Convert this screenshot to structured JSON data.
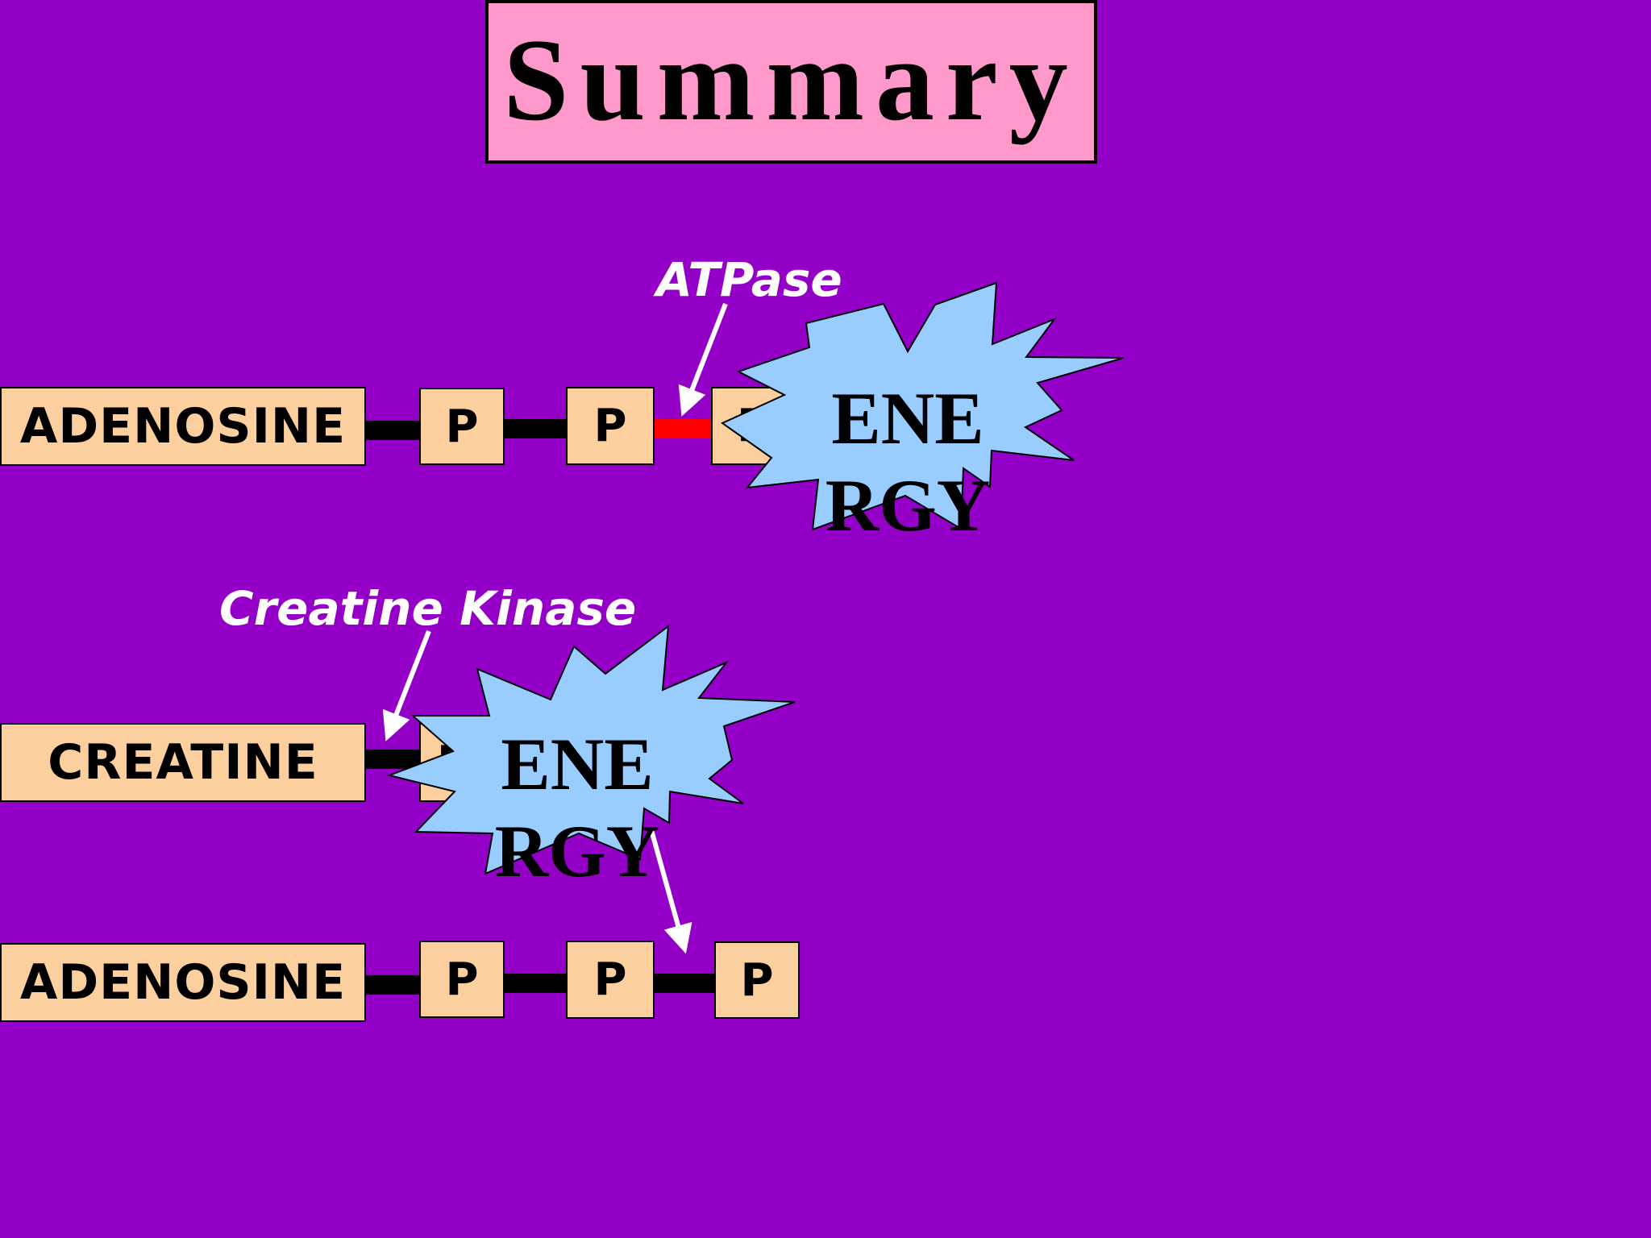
{
  "title": "Summary",
  "colors": {
    "background": "#9500c8",
    "title_box": "#ff99cc",
    "molecule_box": "#fccf9e",
    "burst": "#99ccff",
    "high_energy_bond": "#ff0000",
    "arrow": "#ffffff"
  },
  "atp_row": {
    "molecule": "ADENOSINE",
    "phosphates": [
      "P",
      "P",
      "P"
    ]
  },
  "atpase": {
    "label": "ATPase",
    "energy_line1": "ENE",
    "energy_line2": "RGY"
  },
  "creatine_row": {
    "molecule": "CREATINE",
    "phosphate": "P"
  },
  "creatine_kinase": {
    "label": "Creatine Kinase",
    "energy_line1": "ENE",
    "energy_line2": "RGY"
  },
  "regenerated_atp_row": {
    "molecule": "ADENOSINE",
    "phosphates": [
      "P",
      "P",
      "P"
    ]
  }
}
